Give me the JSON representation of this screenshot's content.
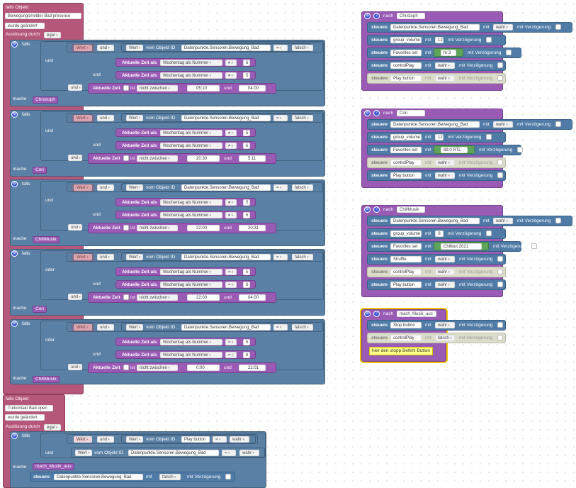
{
  "ev1": {
    "title": "falls Objekt",
    "object": "Bewegungsmelder Bad presence",
    "changed": "wurde geändert",
    "trigger_label": "Auslösung durch",
    "trigger_value": "egal",
    "rows": [
      {
        "falls": "falls",
        "value": "Wert",
        "und": "und",
        "wert2": "Wert",
        "vom": "vom Objekt ID",
        "id": "Datenpunkte.Sensoren.Bewegung_Bad",
        "op": "=",
        "false": "falsch",
        "und1": "und",
        "c1_label": "Aktuelle Zeit als",
        "c1_field": "Wochentag als Nummer",
        "c1_op": "≠",
        "c1_val": "6",
        "und2": "und",
        "c2_label": "Aktuelle Zeit als",
        "c2_field": "Wochentag als Nummer",
        "c2_op": "≠",
        "c2_val": "5",
        "und3": "und",
        "time_label": "Aktuelle Zeit",
        "ist": "ist",
        "between": "nicht zwischen",
        "t1": "05:10",
        "und_t": "und",
        "t2": "04:00",
        "mache": "mache",
        "fn": "Christoph"
      },
      {
        "falls": "falls",
        "value": "Wert",
        "und": "und",
        "wert2": "Wert",
        "vom": "vom Objekt ID",
        "id": "Datenpunkte.Sensoren.Bewegung_Bad",
        "op": "=",
        "false": "falsch",
        "und1": "und",
        "c1_label": "Aktuelle Zeit als",
        "c1_field": "Wochentag als Nummer",
        "c1_op": "≠",
        "c1_val": "5",
        "und2": "und",
        "c2_label": "Aktuelle Zeit als",
        "c2_field": "Wochentag als Nummer",
        "c2_op": "≠",
        "c2_val": "6",
        "und3": "und",
        "time_label": "Aktuelle Zeit",
        "ist": "ist",
        "between": "nicht zwischen",
        "t1": "20:30",
        "und_t": "und",
        "t2": "5:11",
        "mache": "mache",
        "fn": "Cori"
      },
      {
        "falls": "falls",
        "value": "Wert",
        "und": "und",
        "wert2": "Wert",
        "vom": "vom Objekt ID",
        "id": "Datenpunkte.Sensoren.Bewegung_Bad",
        "op": "=",
        "false": "falsch",
        "und1": "und",
        "c1_label": "Aktuelle Zeit als",
        "c1_field": "Wochentag als Nummer",
        "c1_op": "≠",
        "c1_val": "5",
        "und2": "und",
        "c2_label": "Aktuelle Zeit als",
        "c2_field": "Wochentag als Nummer",
        "c2_op": "≠",
        "c2_val": "6",
        "und3": "und",
        "time_label": "Aktuelle Zeit",
        "ist": "ist",
        "between": "nicht zwischen",
        "t1": "22:00",
        "und_t": "und",
        "t2": "20:31",
        "mache": "mache",
        "fn": "ChillMusik"
      },
      {
        "falls": "falls",
        "value": "Wert",
        "und": "und",
        "wert2": "Wert",
        "vom": "vom Objekt ID",
        "id": "Datenpunkte.Sensoren.Bewegung_Bad",
        "op": "=",
        "false": "falsch",
        "und1": "oder",
        "c1_label": "Aktuelle Zeit als",
        "c1_field": "Wochentag als Nummer",
        "c1_op": "=",
        "c1_val": "5",
        "und2": "und",
        "c2_label": "Aktuelle Zeit als",
        "c2_field": "Wochentag als Nummer",
        "c2_op": "=",
        "c2_val": "6",
        "und3": "und",
        "time_label": "Aktuelle Zeit",
        "ist": "ist",
        "between": "nicht zwischen",
        "t1": "22:00",
        "und_t": "und",
        "t2": "04:00",
        "mache": "mache",
        "fn": "Cori"
      },
      {
        "falls": "falls",
        "value": "Wert",
        "und": "und",
        "wert2": "Wert",
        "vom": "vom Objekt ID",
        "id": "Datenpunkte.Sensoren.Bewegung_Bad",
        "op": "=",
        "false": "falsch",
        "und1": "oder",
        "c1_label": "Aktuelle Zeit als",
        "c1_field": "Wochentag als Nummer",
        "c1_op": "=",
        "c1_val": "5",
        "und2": "und",
        "c2_label": "Aktuelle Zeit als",
        "c2_field": "Wochentag als Nummer",
        "c2_op": "=",
        "c2_val": "6",
        "und3": "und",
        "time_label": "Aktuelle Zeit",
        "ist": "ist",
        "between": "nicht zwischen",
        "t1": "0:00",
        "und_t": "und",
        "t2": "22:01",
        "mache": "mache",
        "fn": "ChillMusik"
      }
    ]
  },
  "ev2": {
    "title": "falls Objekt",
    "object": "Türkontakt Bad open",
    "changed": "wurde geändert",
    "trigger_label": "Auslösung durch",
    "trigger_value": "egal",
    "falls": "falls",
    "value": "Wert",
    "und": "und",
    "wert2": "Wert",
    "vom": "vom Objekt ID",
    "id": "Play button",
    "op": "=",
    "true": "wahr",
    "und1": "und",
    "wert3": "Wert",
    "vom2": "vom Objekt ID",
    "id2": "Datenpunkte.Sensoren.Bewegung_Bad",
    "op2": "=",
    "true2": "wahr",
    "mache": "mache",
    "fn": "mach_Musik_aus",
    "steuere": "steuere",
    "target": "Datenpunkte.Sensoren.Bewegung_Bad",
    "mit": "mit",
    "val": "falsch",
    "delay": "mit Verzögerung"
  },
  "funcs": [
    {
      "head": "nach",
      "name": "Christoph",
      "rows": [
        {
          "steuere": "steuere",
          "target": "Datenpunkte.Sensoren.Bewegung_Bad",
          "mit": "mit",
          "val": "wahr",
          "delay": "mit Verzögerung",
          "kind": "dd",
          "dis": false
        },
        {
          "steuere": "steuere",
          "target": "group_volume",
          "mit": "mit",
          "val": "12",
          "delay": "mit Verzögerung",
          "kind": "num",
          "dis": false
        },
        {
          "steuere": "steuere",
          "target": "Favorites set",
          "mit": "mit",
          "val": "hr 3",
          "delay": "mit Verzögerung",
          "kind": "txt",
          "dis": false
        },
        {
          "steuere": "steuere",
          "target": "controlPlay",
          "mit": "mit",
          "val": "wahr",
          "delay": "mit Verzögerung",
          "kind": "dd",
          "dis": false
        },
        {
          "steuere": "steuere",
          "target": "Play button",
          "mit": "mit",
          "val": "wahr",
          "delay": "mit Verzögerung",
          "kind": "dd",
          "dis": true
        }
      ]
    },
    {
      "head": "nach",
      "name": "Cori",
      "rows": [
        {
          "steuere": "steuere",
          "target": "Datenpunkte.Sensoren.Bewegung_Bad",
          "mit": "mit",
          "val": "wahr",
          "delay": "mit Verzögerung",
          "kind": "dd",
          "dis": false
        },
        {
          "steuere": "steuere",
          "target": "group_volume",
          "mit": "mit",
          "val": "12",
          "delay": "mit Verzögerung",
          "kind": "num",
          "dis": false
        },
        {
          "steuere": "steuere",
          "target": "Favorites set",
          "mit": "mit",
          "val": "89.0 RTL",
          "delay": "mit Verzögerung",
          "kind": "txt",
          "dis": false
        },
        {
          "steuere": "steuere",
          "target": "controlPlay",
          "mit": "mit",
          "val": "wahr",
          "delay": "mit Verzögerung",
          "kind": "dd",
          "dis": true
        },
        {
          "steuere": "steuere",
          "target": "Play button",
          "mit": "mit",
          "val": "wahr",
          "delay": "mit Verzögerung",
          "kind": "dd",
          "dis": false
        }
      ]
    },
    {
      "head": "nach",
      "name": "ChillMusik",
      "rows": [
        {
          "steuere": "steuere",
          "target": "Datenpunkte.Sensoren.Bewegung_Bad",
          "mit": "mit",
          "val": "wahr",
          "delay": "mit Verzögerung",
          "kind": "dd",
          "dis": false
        },
        {
          "steuere": "steuere",
          "target": "group_volume",
          "mit": "mit",
          "val": "8",
          "delay": "mit Verzögerung",
          "kind": "num",
          "dis": false
        },
        {
          "steuere": "steuere",
          "target": "Favorites set",
          "mit": "mit",
          "val": "Chillout 2021",
          "delay": "mit Verzögerung",
          "kind": "txt",
          "dis": false
        },
        {
          "steuere": "steuere",
          "target": "Shuffle",
          "mit": "mit",
          "val": "wahr",
          "delay": "mit Verzögerung",
          "kind": "dd",
          "dis": false
        },
        {
          "steuere": "steuere",
          "target": "controlPlay",
          "mit": "mit",
          "val": "wahr",
          "delay": "mit Verzögerung",
          "kind": "dd",
          "dis": true
        },
        {
          "steuere": "steuere",
          "target": "Play button",
          "mit": "mit",
          "val": "wahr",
          "delay": "mit Verzögerung",
          "kind": "dd",
          "dis": false
        }
      ]
    },
    {
      "head": "nach",
      "name": "mach_Musik_aus",
      "rows": [
        {
          "steuere": "steuere",
          "target": "Stop button",
          "mit": "mit",
          "val": "wahr",
          "delay": "mit Verzögerung",
          "kind": "dd",
          "dis": false
        },
        {
          "steuere": "steuere",
          "target": "controlPlay",
          "mit": "mit",
          "val": "falsch",
          "delay": "mit Verzögerung",
          "kind": "dd",
          "dis": true
        }
      ],
      "comment": "hier den stopp Befehl Button"
    }
  ],
  "icons": {
    "gear": "gear-icon",
    "help": "help-icon"
  },
  "colors": {
    "event": "#b5577a",
    "logic": "#5b80a5",
    "function": "#9a5bb5",
    "device": "#4f7ba6",
    "disabled": "#dcdccb",
    "text_value": "#5ea55b",
    "comment": "#ffff88"
  }
}
